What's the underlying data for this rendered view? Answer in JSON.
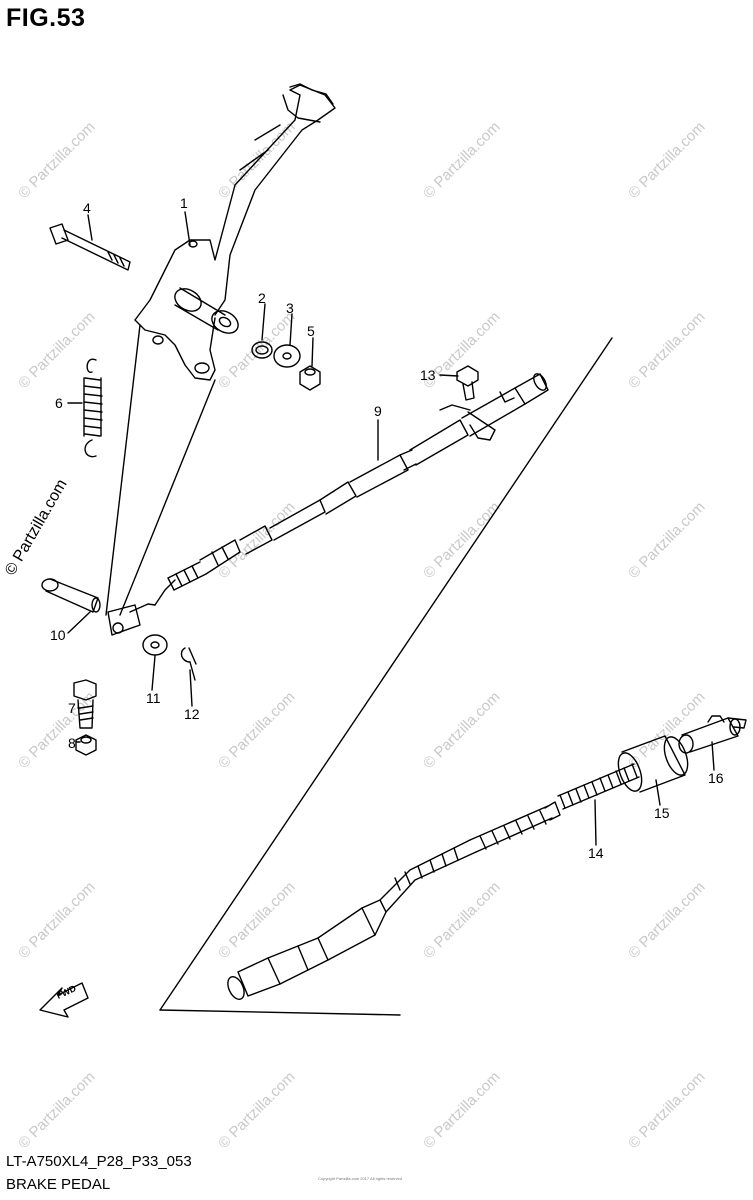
{
  "figure": {
    "title": "FIG.53"
  },
  "footer": {
    "model_code": "LT-A750XL4_P28_P33_053",
    "section_name": "BRAKE PEDAL"
  },
  "watermark": {
    "text": "© Partzilla.com",
    "side_text": "© Partzilla.com"
  },
  "copyright_note": "Copyright Partzilla.com 2017 All rights reserved",
  "callouts": [
    "1",
    "2",
    "3",
    "4",
    "5",
    "6",
    "7",
    "8",
    "9",
    "10",
    "11",
    "12",
    "13",
    "14",
    "15",
    "16"
  ],
  "parts": [
    {
      "ref": "1",
      "icon": "brake-pedal-icon"
    },
    {
      "ref": "2",
      "icon": "o-ring-icon"
    },
    {
      "ref": "3",
      "icon": "washer-icon"
    },
    {
      "ref": "4",
      "icon": "bolt-icon"
    },
    {
      "ref": "5",
      "icon": "nut-icon"
    },
    {
      "ref": "6",
      "icon": "spring-icon"
    },
    {
      "ref": "7",
      "icon": "bolt-icon"
    },
    {
      "ref": "8",
      "icon": "nut-icon"
    },
    {
      "ref": "9",
      "icon": "brake-cable-icon"
    },
    {
      "ref": "10",
      "icon": "pin-icon"
    },
    {
      "ref": "11",
      "icon": "washer-icon"
    },
    {
      "ref": "12",
      "icon": "cotter-pin-icon"
    },
    {
      "ref": "13",
      "icon": "bolt-icon"
    },
    {
      "ref": "14",
      "icon": "spring-icon"
    },
    {
      "ref": "15",
      "icon": "joint-icon"
    },
    {
      "ref": "16",
      "icon": "joint-icon"
    }
  ],
  "direction_badge": {
    "text": "FWD",
    "icon": "fwd-arrow-icon"
  }
}
